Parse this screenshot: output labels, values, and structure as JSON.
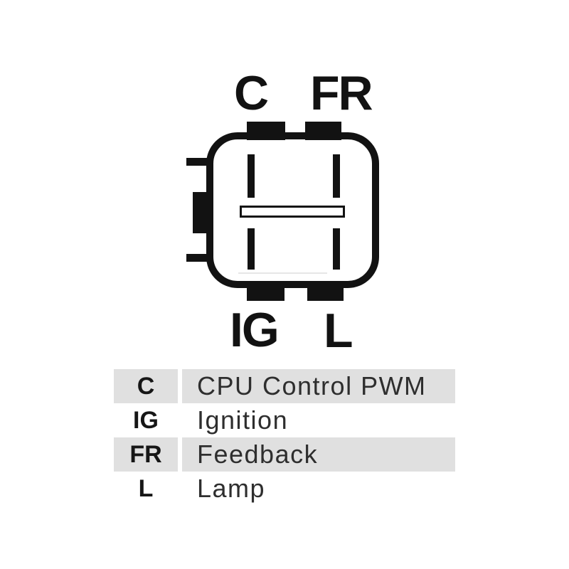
{
  "diagram": {
    "pin_labels": {
      "top_left": "C",
      "top_right": "FR",
      "bottom_left": "IG",
      "bottom_right": "L"
    }
  },
  "legend": {
    "rows": [
      {
        "key": "C",
        "value": "CPU Control PWM"
      },
      {
        "key": "IG",
        "value": "Ignition"
      },
      {
        "key": "FR",
        "value": "Feedback"
      },
      {
        "key": "L",
        "value": "Lamp"
      }
    ]
  },
  "colors": {
    "diagram_line": "#121212",
    "legend_alt_row_bg": "#e0e0e0",
    "legend_text": "#2e2e2e",
    "background": "#ffffff"
  }
}
